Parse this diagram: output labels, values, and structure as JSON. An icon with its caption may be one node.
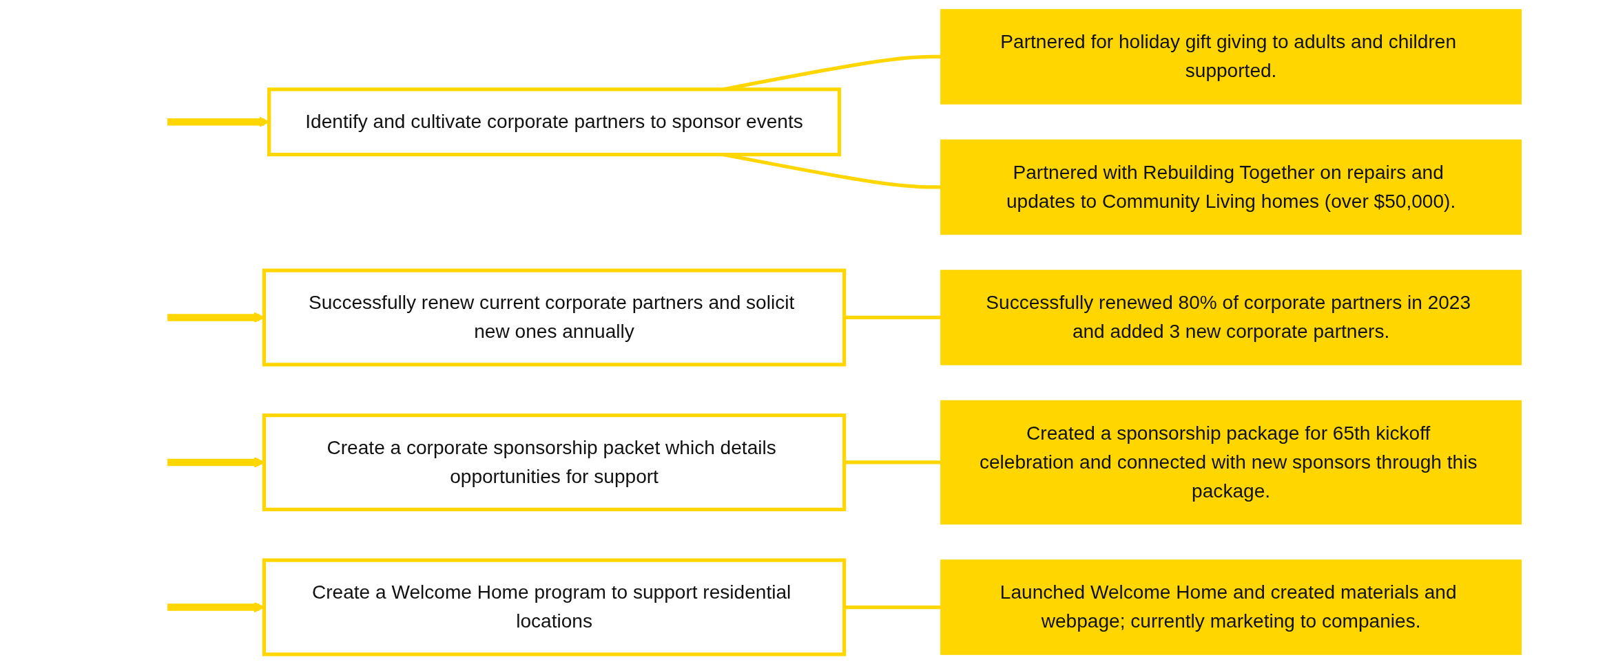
{
  "diagram": {
    "nodes": [
      {
        "text": [
          "Identify and cultivate corporate partners to sponsor events"
        ]
      },
      {
        "text": [
          "Partnered for holiday gift giving to adults and children supported."
        ]
      },
      {
        "text": [
          "Partnered with Rebuilding Together on repairs and updates to Community Living homes (over $50,000)."
        ]
      },
      {
        "text": [
          "Successfully renew current corporate partners and solicit new ones annually"
        ]
      },
      {
        "text": [
          "Successfully renewed 80% of corporate partners in 2023 and added 3 new corporate partners."
        ]
      },
      {
        "text": [
          "Create a corporate sponsorship packet which details opportunities for support"
        ]
      },
      {
        "text": [
          "Created a sponsorship package for 65th kickoff celebration and connected with new sponsors through this package."
        ]
      },
      {
        "text": [
          "Create a Welcome Home program to support residential locations"
        ]
      },
      {
        "text": [
          "Launched Welcome Home and created materials and webpage; currently marketing to companies."
        ]
      }
    ],
    "edges": [
      {
        "from": null,
        "to": 0,
        "arrow": "to",
        "style": "thick"
      },
      {
        "from": 0,
        "to": 1,
        "arrow": "none"
      },
      {
        "from": 0,
        "to": 2,
        "arrow": "none"
      },
      {
        "from": null,
        "to": 3,
        "arrow": "to",
        "style": "thick"
      },
      {
        "from": 3,
        "to": 4,
        "arrow": "none"
      },
      {
        "from": null,
        "to": 5,
        "arrow": "to",
        "style": "thick"
      },
      {
        "from": 5,
        "to": 6,
        "arrow": "none"
      },
      {
        "from": null,
        "to": 7,
        "arrow": "to",
        "style": "thick"
      },
      {
        "from": 7,
        "to": 8,
        "arrow": "none"
      }
    ]
  }
}
